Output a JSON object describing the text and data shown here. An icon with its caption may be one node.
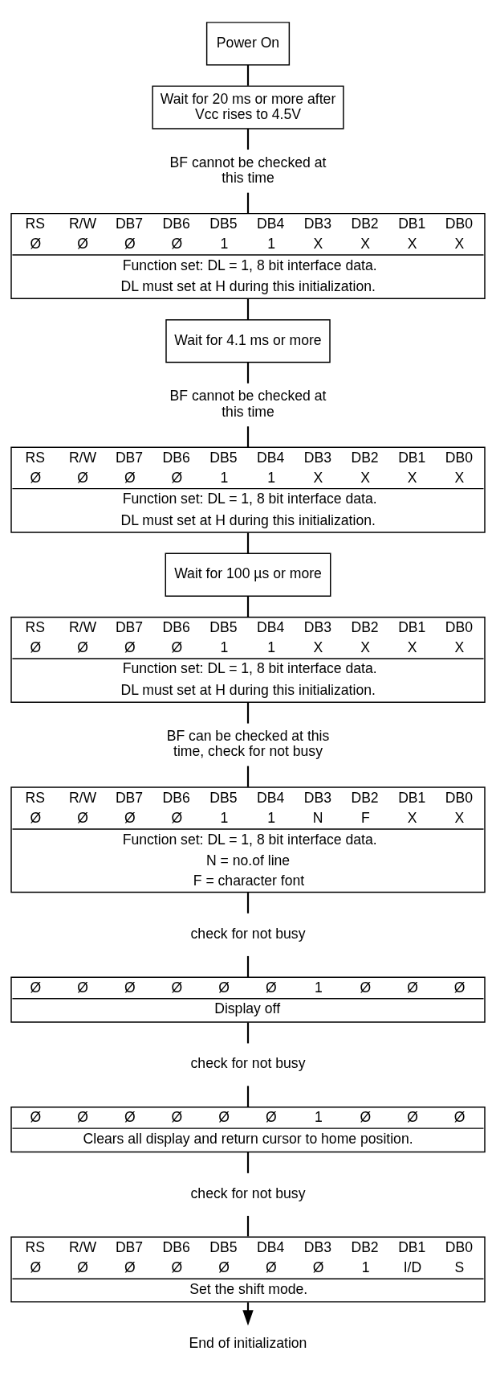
{
  "diagram": {
    "nodes": [
      {
        "text": [
          "Power On"
        ]
      },
      {
        "text": [
          "Wait for 20 ms or more after Vcc rises to 4.5V"
        ]
      },
      {
        "text": [
          "BF cannot be checked at this time"
        ]
      },
      {
        "text": [
          "RS",
          "R/W",
          "DB7",
          "DB6",
          "DB5",
          "DB4",
          "DB3",
          "DB2",
          "DB1",
          "DB0",
          "Ø",
          "Ø",
          "Ø",
          "Ø",
          "1",
          "1",
          "X",
          "X",
          "X",
          "X",
          "Function set: DL = 1, 8 bit interface data.",
          "DL must set at H during this initialization."
        ]
      },
      {
        "text": [
          "Wait for 4.1 ms or more"
        ]
      },
      {
        "text": [
          "BF cannot be checked at this time"
        ]
      },
      {
        "text": [
          "RS",
          "R/W",
          "DB7",
          "DB6",
          "DB5",
          "DB4",
          "DB3",
          "DB2",
          "DB1",
          "DB0",
          "Ø",
          "Ø",
          "Ø",
          "Ø",
          "1",
          "1",
          "X",
          "X",
          "X",
          "X",
          "Function set: DL = 1, 8 bit interface data.",
          "DL must set at H during this initialization."
        ]
      },
      {
        "text": [
          "Wait for 100 µs or more"
        ]
      },
      {
        "text": [
          "RS",
          "R/W",
          "DB7",
          "DB6",
          "DB5",
          "DB4",
          "DB3",
          "DB2",
          "DB1",
          "DB0",
          "Ø",
          "Ø",
          "Ø",
          "Ø",
          "1",
          "1",
          "X",
          "X",
          "X",
          "X",
          "Function set: DL = 1, 8 bit interface data.",
          "DL must set at H during this initialization."
        ]
      },
      {
        "text": [
          "BF can be checked at this time, check for not busy"
        ]
      },
      {
        "text": [
          "RS",
          "R/W",
          "DB7",
          "DB6",
          "DB5",
          "DB4",
          "DB3",
          "DB2",
          "DB1",
          "DB0",
          "Ø",
          "Ø",
          "Ø",
          "Ø",
          "1",
          "1",
          "N",
          "F",
          "X",
          "X",
          "Function set: DL = 1, 8 bit interface data.",
          "N = no.of line",
          "F = character font"
        ]
      },
      {
        "text": [
          "check for not busy"
        ]
      },
      {
        "text": [
          "Ø",
          "Ø",
          "Ø",
          "Ø",
          "Ø",
          "Ø",
          "1",
          "Ø",
          "Ø",
          "Ø",
          "Display off"
        ]
      },
      {
        "text": [
          "check for not busy"
        ]
      },
      {
        "text": [
          "Ø",
          "Ø",
          "Ø",
          "Ø",
          "Ø",
          "Ø",
          "1",
          "Ø",
          "Ø",
          "Ø",
          "Clears all display and return cursor to home position."
        ]
      },
      {
        "text": [
          "check for not busy"
        ]
      },
      {
        "text": [
          "RS",
          "R/W",
          "DB7",
          "DB6",
          "DB5",
          "DB4",
          "DB3",
          "DB2",
          "DB1",
          "DB0",
          "Ø",
          "Ø",
          "Ø",
          "Ø",
          "Ø",
          "Ø",
          "Ø",
          "1",
          "I/D",
          "S",
          "Set the shift mode."
        ]
      },
      {
        "text": [
          "End of initialization"
        ]
      }
    ],
    "edges": [
      {
        "from": 0,
        "to": 1,
        "arrow": "none"
      },
      {
        "from": 1,
        "to": 2,
        "arrow": "none"
      },
      {
        "from": 2,
        "to": 3,
        "arrow": "none"
      },
      {
        "from": 3,
        "to": 4,
        "arrow": "none"
      },
      {
        "from": 4,
        "to": 5,
        "arrow": "none"
      },
      {
        "from": 5,
        "to": 6,
        "arrow": "none"
      },
      {
        "from": 6,
        "to": 7,
        "arrow": "none"
      },
      {
        "from": 7,
        "to": 8,
        "arrow": "none"
      },
      {
        "from": 8,
        "to": 9,
        "arrow": "none"
      },
      {
        "from": 9,
        "to": 10,
        "arrow": "none"
      },
      {
        "from": 10,
        "to": 11,
        "arrow": "none"
      },
      {
        "from": 11,
        "to": 12,
        "arrow": "none"
      },
      {
        "from": 12,
        "to": 13,
        "arrow": "none"
      },
      {
        "from": 13,
        "to": 14,
        "arrow": "none"
      },
      {
        "from": 14,
        "to": 15,
        "arrow": "none"
      },
      {
        "from": 15,
        "to": 16,
        "arrow": "none"
      },
      {
        "from": 16,
        "to": 17,
        "arrow": "to"
      }
    ]
  }
}
